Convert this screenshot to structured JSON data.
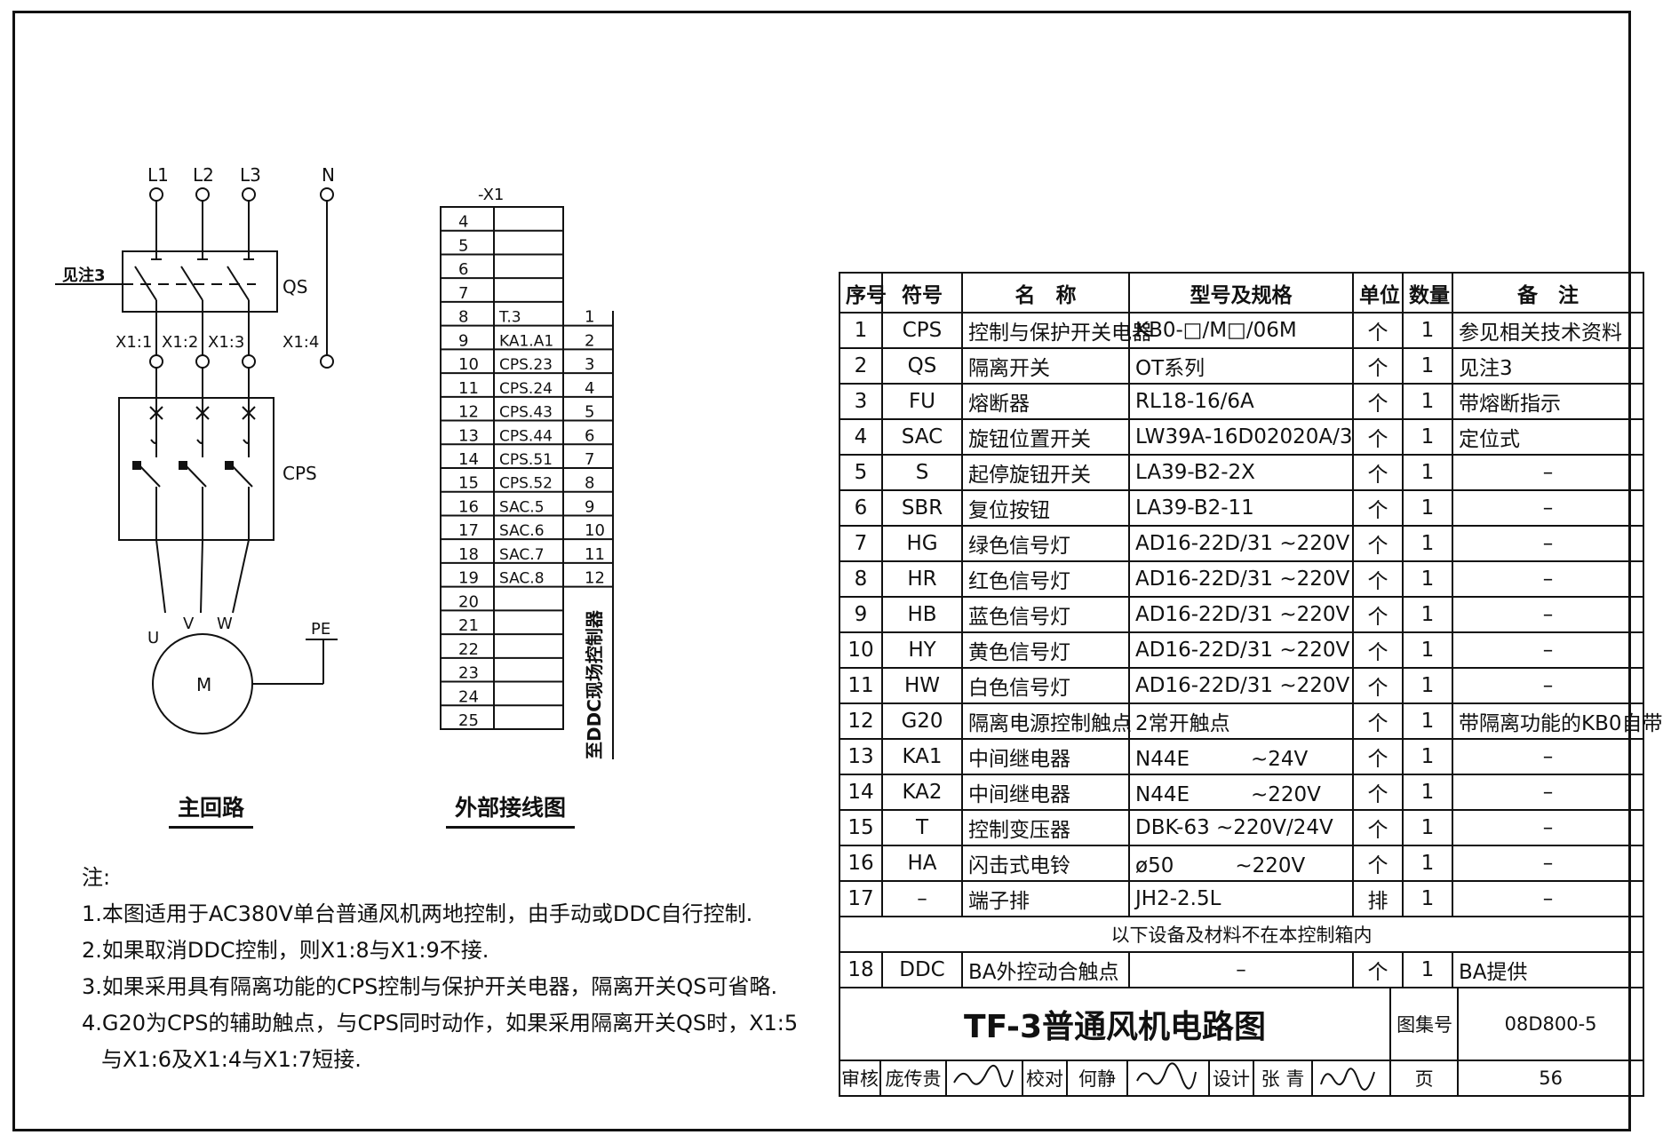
{
  "main_circuit": {
    "phase_labels": [
      "L1",
      "L2",
      "L3"
    ],
    "neutral_label": "N",
    "qs_label": "QS",
    "note_ref": "见注3",
    "terminal_labels": [
      "X1:1",
      "X1:2",
      "X1:3"
    ],
    "terminal_n_label": "X1:4",
    "cps_label": "CPS",
    "motor_terminals": [
      "U",
      "V",
      "W"
    ],
    "motor_label": "M",
    "pe_label": "PE",
    "caption": "主回路"
  },
  "external_wiring": {
    "title": "-X1",
    "rows": [
      {
        "no": "4",
        "signal": ""
      },
      {
        "no": "5",
        "signal": ""
      },
      {
        "no": "6",
        "signal": ""
      },
      {
        "no": "7",
        "signal": ""
      },
      {
        "no": "8",
        "signal": "T.3"
      },
      {
        "no": "9",
        "signal": "KA1.A1"
      },
      {
        "no": "10",
        "signal": "CPS.23"
      },
      {
        "no": "11",
        "signal": "CPS.24"
      },
      {
        "no": "12",
        "signal": "CPS.43"
      },
      {
        "no": "13",
        "signal": "CPS.44"
      },
      {
        "no": "14",
        "signal": "CPS.51"
      },
      {
        "no": "15",
        "signal": "CPS.52"
      },
      {
        "no": "16",
        "signal": "SAC.5"
      },
      {
        "no": "17",
        "signal": "SAC.6"
      },
      {
        "no": "18",
        "signal": "SAC.7"
      },
      {
        "no": "19",
        "signal": "SAC.8"
      },
      {
        "no": "20",
        "signal": ""
      },
      {
        "no": "21",
        "signal": ""
      },
      {
        "no": "22",
        "signal": ""
      },
      {
        "no": "23",
        "signal": ""
      },
      {
        "no": "24",
        "signal": ""
      },
      {
        "no": "25",
        "signal": ""
      }
    ],
    "wire_numbers": [
      "1",
      "2",
      "3",
      "4",
      "5",
      "6",
      "7",
      "8",
      "9",
      "10",
      "11",
      "12"
    ],
    "destination": "至DDC现场控制器",
    "caption": "外部接线图"
  },
  "notes": {
    "heading": "注:",
    "items": [
      "1.本图适用于AC380V单台普通风机两地控制，由手动或DDC自行控制.",
      "2.如果取消DDC控制，则X1:8与X1:9不接.",
      "3.如果采用具有隔离功能的CPS控制与保护开关电器，隔离开关QS可省略.",
      "4.G20为CPS的辅助触点，与CPS同时动作，如果采用隔离开关QS时，X1:5",
      "与X1:6及X1:4与X1:7短接."
    ]
  },
  "bom": {
    "headers": [
      "序号",
      "符号",
      "名　称",
      "型号及规格",
      "单位",
      "数量",
      "备　注"
    ],
    "rows": [
      [
        "1",
        "CPS",
        "控制与保护开关电器",
        "KB0-□/M□/06M",
        "个",
        "1",
        "参见相关技术资料"
      ],
      [
        "2",
        "QS",
        "隔离开关",
        "OT系列",
        "个",
        "1",
        "见注3"
      ],
      [
        "3",
        "FU",
        "熔断器",
        "RL18-16/6A",
        "个",
        "1",
        "带熔断指示"
      ],
      [
        "4",
        "SAC",
        "旋钮位置开关",
        "LW39A-16D02020A/3",
        "个",
        "1",
        "定位式"
      ],
      [
        "5",
        "S",
        "起停旋钮开关",
        "LA39-B2-2X",
        "个",
        "1",
        "–"
      ],
      [
        "6",
        "SBR",
        "复位按钮",
        "LA39-B2-11",
        "个",
        "1",
        "–"
      ],
      [
        "7",
        "HG",
        "绿色信号灯",
        "AD16-22D/31 ~220V",
        "个",
        "1",
        "–"
      ],
      [
        "8",
        "HR",
        "红色信号灯",
        "AD16-22D/31 ~220V",
        "个",
        "1",
        "–"
      ],
      [
        "9",
        "HB",
        "蓝色信号灯",
        "AD16-22D/31 ~220V",
        "个",
        "1",
        "–"
      ],
      [
        "10",
        "HY",
        "黄色信号灯",
        "AD16-22D/31 ~220V",
        "个",
        "1",
        "–"
      ],
      [
        "11",
        "HW",
        "白色信号灯",
        "AD16-22D/31 ~220V",
        "个",
        "1",
        "–"
      ],
      [
        "12",
        "G20",
        "隔离电源控制触点",
        "2常开触点",
        "个",
        "1",
        "带隔离功能的KB0自带"
      ],
      [
        "13",
        "KA1",
        "中间继电器",
        "N44E　　　~24V",
        "个",
        "1",
        "–"
      ],
      [
        "14",
        "KA2",
        "中间继电器",
        "N44E　　　~220V",
        "个",
        "1",
        "–"
      ],
      [
        "15",
        "T",
        "控制变压器",
        "DBK-63 ~220V/24V",
        "个",
        "1",
        "–"
      ],
      [
        "16",
        "HA",
        "闪击式电铃",
        "ø50　　　~220V",
        "个",
        "1",
        "–"
      ],
      [
        "17",
        "–",
        "端子排",
        "JH2-2.5L",
        "排",
        "1",
        "–"
      ]
    ],
    "separator": "以下设备及材料不在本控制箱内",
    "extra_rows": [
      [
        "18",
        "DDC",
        "BA外控动合触点",
        "–",
        "个",
        "1",
        "BA提供"
      ]
    ]
  },
  "title_block": {
    "title": "TF-3普通风机电路图",
    "atlas_label": "图集号",
    "atlas_no": "08D800-5",
    "review_label": "审核",
    "review_name": "庞传贵",
    "check_label": "校对",
    "check_name": "何静",
    "design_label": "设计",
    "design_name": "张 青",
    "page_label": "页",
    "page_no": "56"
  }
}
